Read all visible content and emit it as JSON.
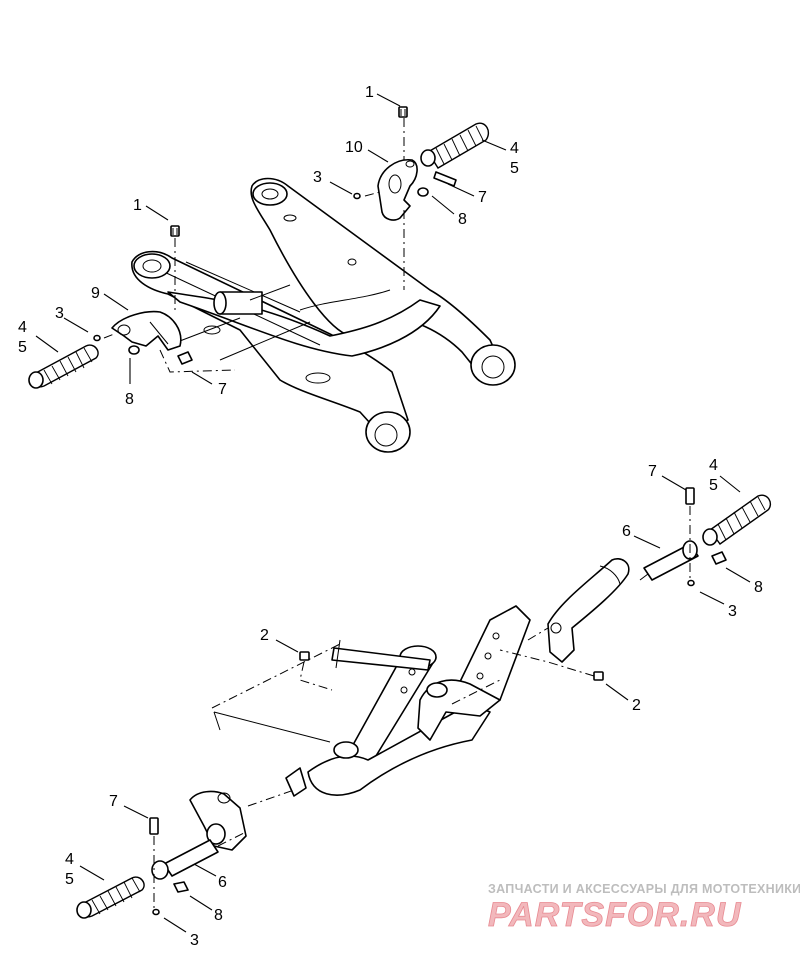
{
  "callouts": {
    "c1a": "1",
    "c10": "10",
    "c3a": "3",
    "c4a": "4",
    "c5a": "5",
    "c7a": "7",
    "c8a": "8",
    "c1b": "1",
    "c9": "9",
    "c3b": "3",
    "c4b": "4",
    "c5b": "5",
    "c8b": "8",
    "c7b": "7",
    "c7c": "7",
    "c4c": "4",
    "c5c": "5",
    "c6c": "6",
    "c8c": "8",
    "c3c": "3",
    "c2a": "2",
    "c2b": "2",
    "c7d": "7",
    "c4d": "4",
    "c5d": "5",
    "c6d": "6",
    "c8d": "8",
    "c3d": "3"
  },
  "watermark": {
    "tagline": "ЗАПЧАСТИ И АКСЕССУАРЫ ДЛЯ МОТОТЕХНИКИ",
    "brand": "PARTSFOR.RU"
  },
  "colors": {
    "line": "#000000",
    "background": "#ffffff",
    "watermark_text": "#bdbdbd",
    "watermark_brand": "#f2b8bc"
  }
}
